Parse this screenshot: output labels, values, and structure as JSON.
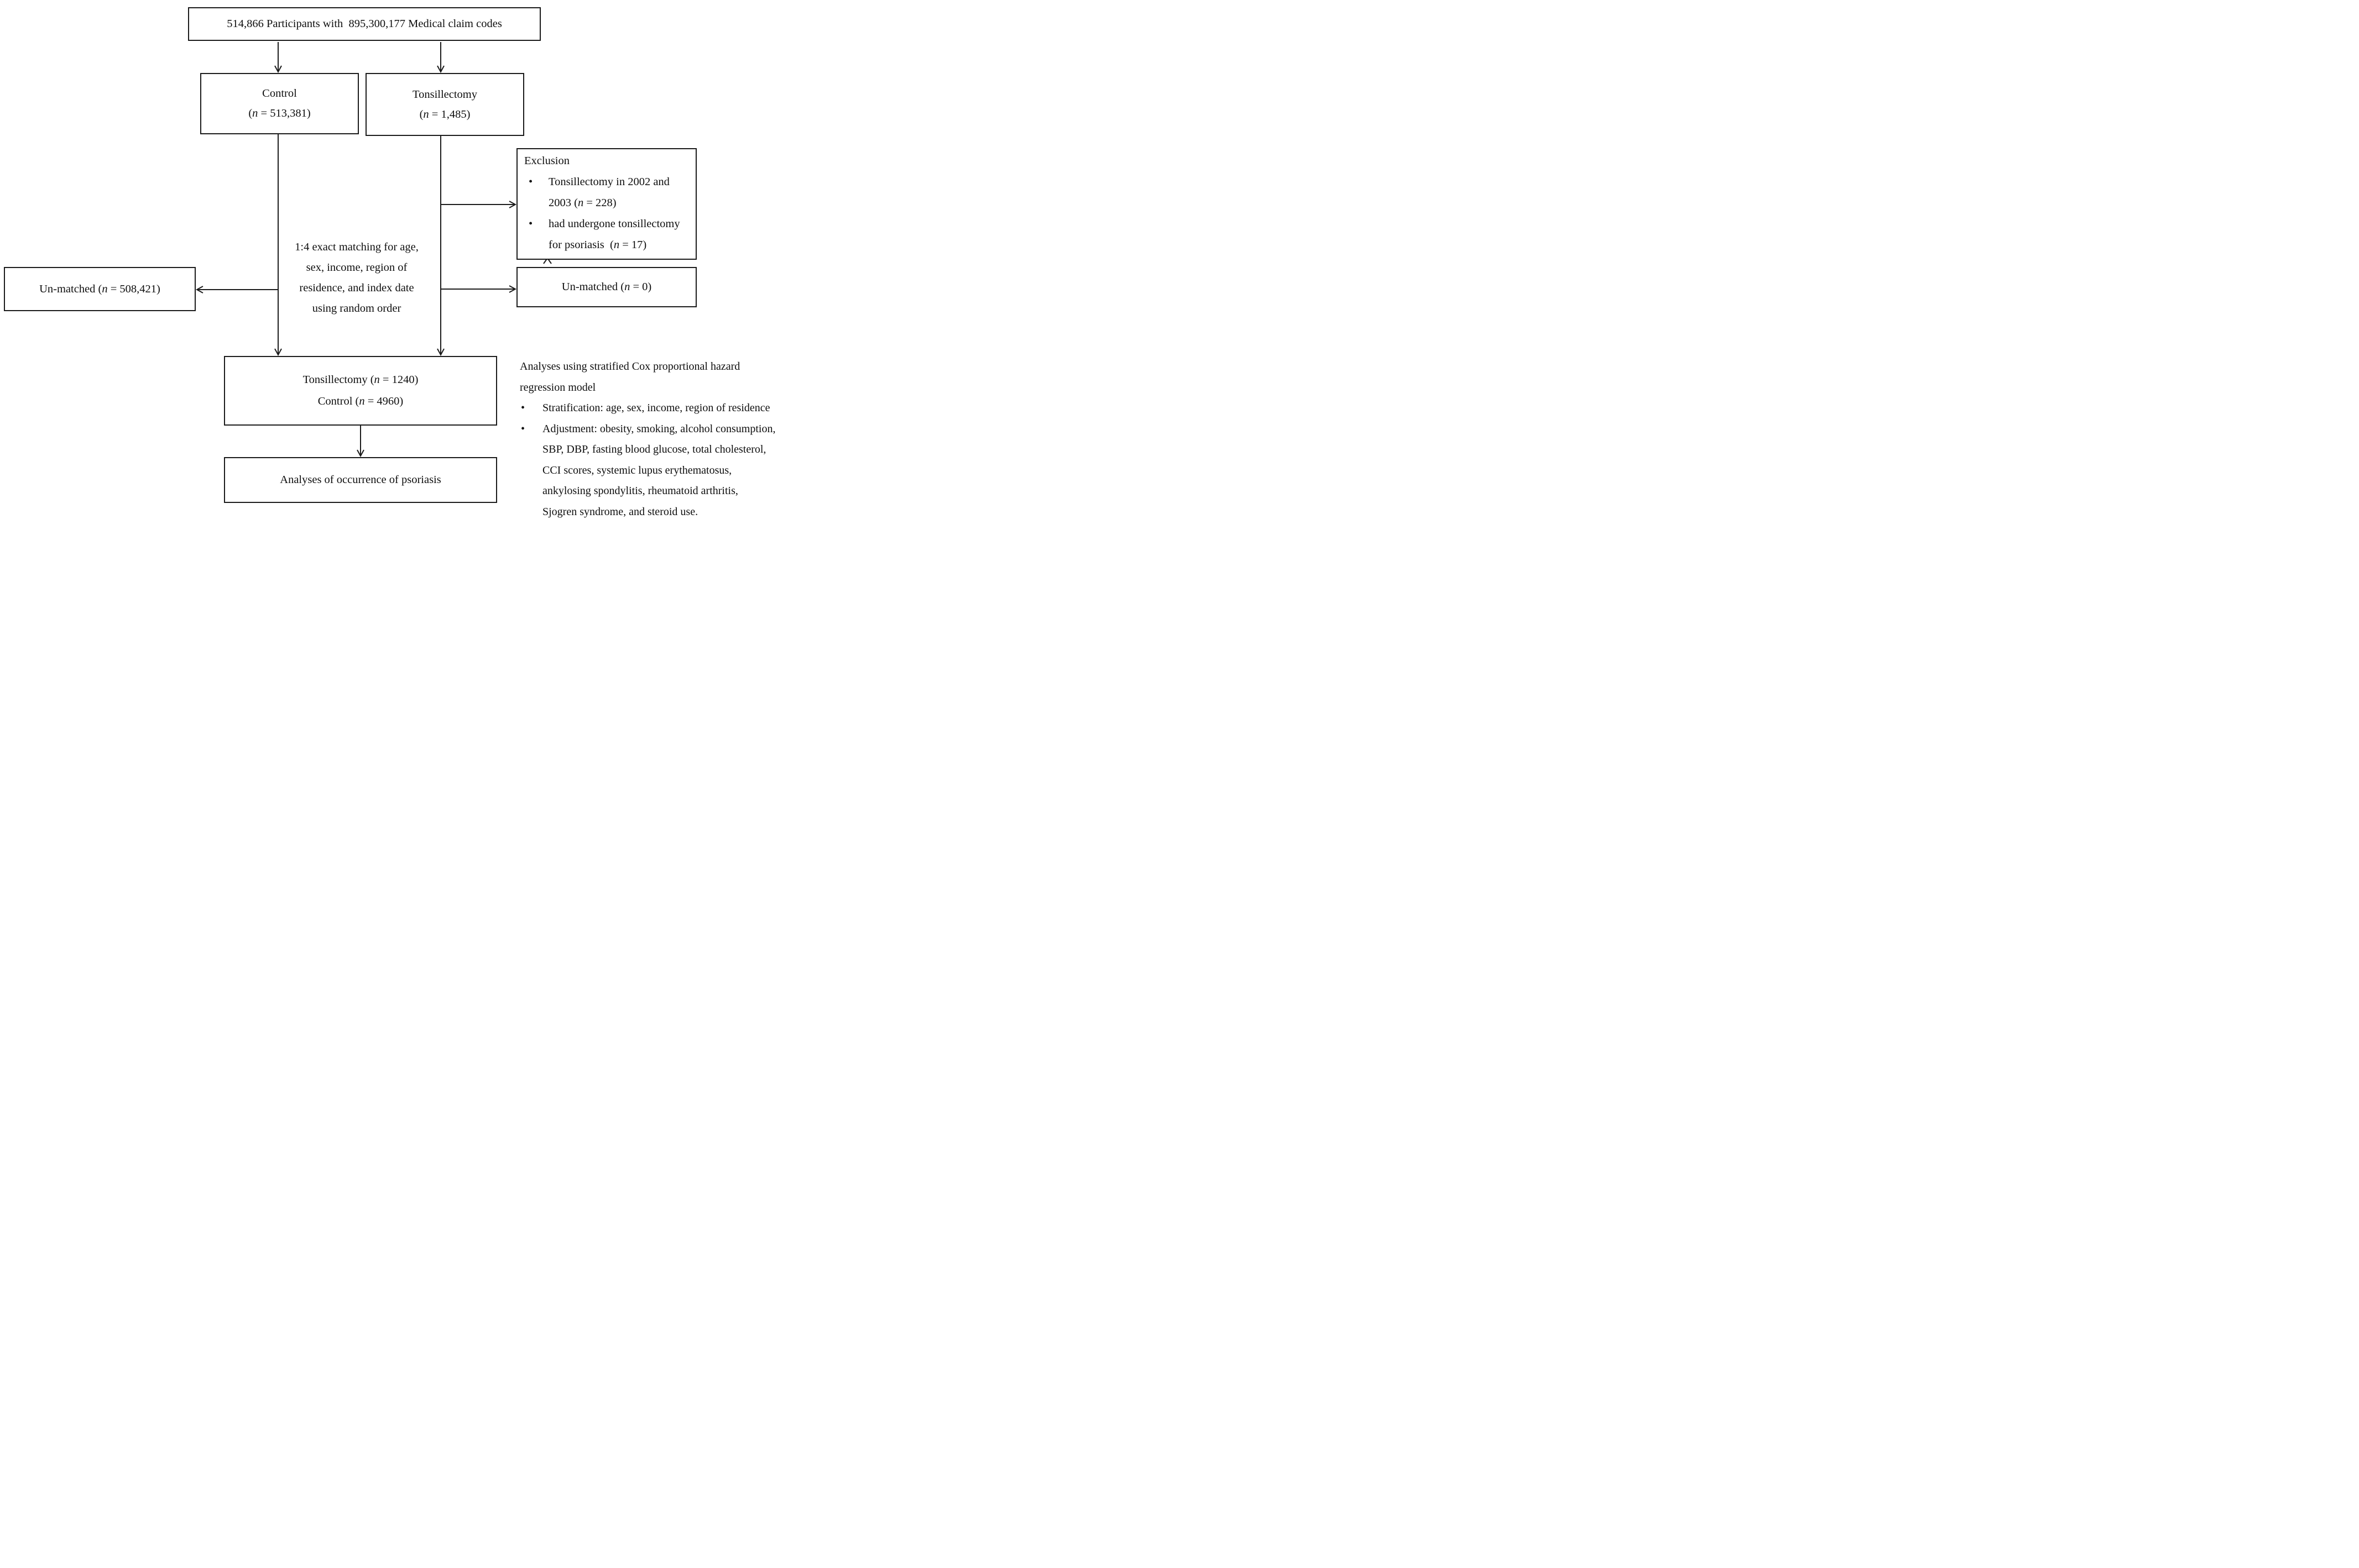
{
  "flow": {
    "participants_box": "514,866 Participants with  895,300,177 Medical claim codes",
    "control_box": {
      "name": "Control",
      "n": "(n = 513,381)"
    },
    "tonsillectomy_box": {
      "name": "Tonsillectomy",
      "n": "(n = 1,485)"
    },
    "exclusion_box": {
      "title": "Exclusion",
      "items": [
        [
          "Tonsillectomy in 2002 and",
          "2003 (n = 228)"
        ],
        [
          "had undergone tonsillectomy",
          "for psoriasis  (n = 17)"
        ]
      ]
    },
    "matching_note": [
      "1:4 exact matching for age,",
      "sex, income, region of",
      "residence, and index date",
      "using random order"
    ],
    "unmatched_left_box": "Un-matched (n = 508,421)",
    "unmatched_right_box": "Un-matched (n = 0)",
    "matched_box": [
      "Tonsillectomy (n = 1240)",
      "Control (n = 4960)"
    ],
    "analyses_box": "Analyses of occurrence of psoriasis",
    "side_note": {
      "intro": [
        "Analyses using stratified Cox proportional hazard",
        "regression model"
      ],
      "bullets": [
        [
          "Stratification: age, sex, income, region of residence"
        ],
        [
          "Adjustment: obesity, smoking, alcohol consumption,",
          "SBP, DBP, fasting blood glucose, total cholesterol,",
          "CCI scores, systemic lupus erythematosus,",
          "ankylosing spondylitis, rheumatoid arthritis,",
          "Sjogren syndrome, and steroid use."
        ]
      ]
    }
  }
}
